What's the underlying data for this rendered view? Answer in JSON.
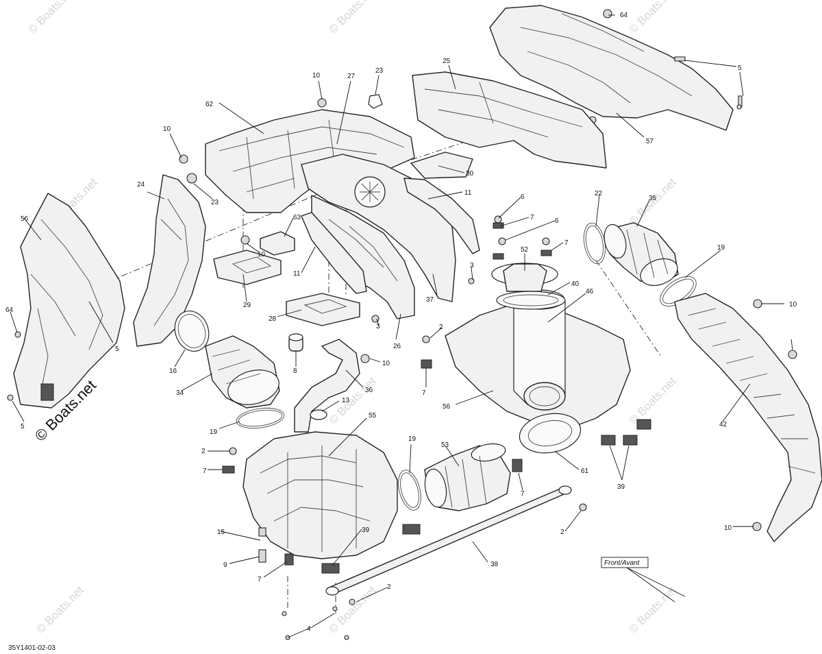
{
  "diagram_code": "35Y1401-02-03",
  "front_label": "Front/Avant",
  "watermark": "© Boats.net",
  "callouts": {
    "c64_top": "64",
    "c5_top": "5",
    "c25": "25",
    "c57": "57",
    "c23_top": "23",
    "c27": "27",
    "c10_a": "10",
    "c10_b": "10",
    "c62": "62",
    "c23_b": "23",
    "c24": "24",
    "c56_left": "56",
    "c64_left": "64",
    "c5_left_mid": "5",
    "c5_left_bot": "5",
    "c30": "30",
    "c11_a": "11",
    "c11_b": "11",
    "c63": "63",
    "c10_c": "10",
    "c29": "29",
    "c28": "28",
    "c6_a": "6",
    "c7_a": "7",
    "c6_b": "6",
    "c7_b": "7",
    "c52": "52",
    "c3_a": "3",
    "c40": "40",
    "c37": "37",
    "c3_b": "3",
    "c26": "26",
    "c10_d": "10",
    "c2_a": "2",
    "c7_c": "7",
    "c22": "22",
    "c35": "35",
    "c19_a": "19",
    "c46": "46",
    "c56_mid": "56",
    "c10_e": "10",
    "c42": "42",
    "c10_f": "10",
    "c16": "16",
    "c34": "34",
    "c8": "8",
    "c36": "36",
    "c13": "13",
    "c19_b": "19",
    "c55": "55",
    "c2_b": "2",
    "c7_d": "7",
    "c19_c": "19",
    "c53": "53",
    "c61": "61",
    "c39_a": "39",
    "c7_e": "7",
    "c15": "15",
    "c9": "9",
    "c7_f": "7",
    "c39_b": "39",
    "c38": "38",
    "c2_c": "2",
    "c2_d": "2",
    "c4": "4"
  }
}
